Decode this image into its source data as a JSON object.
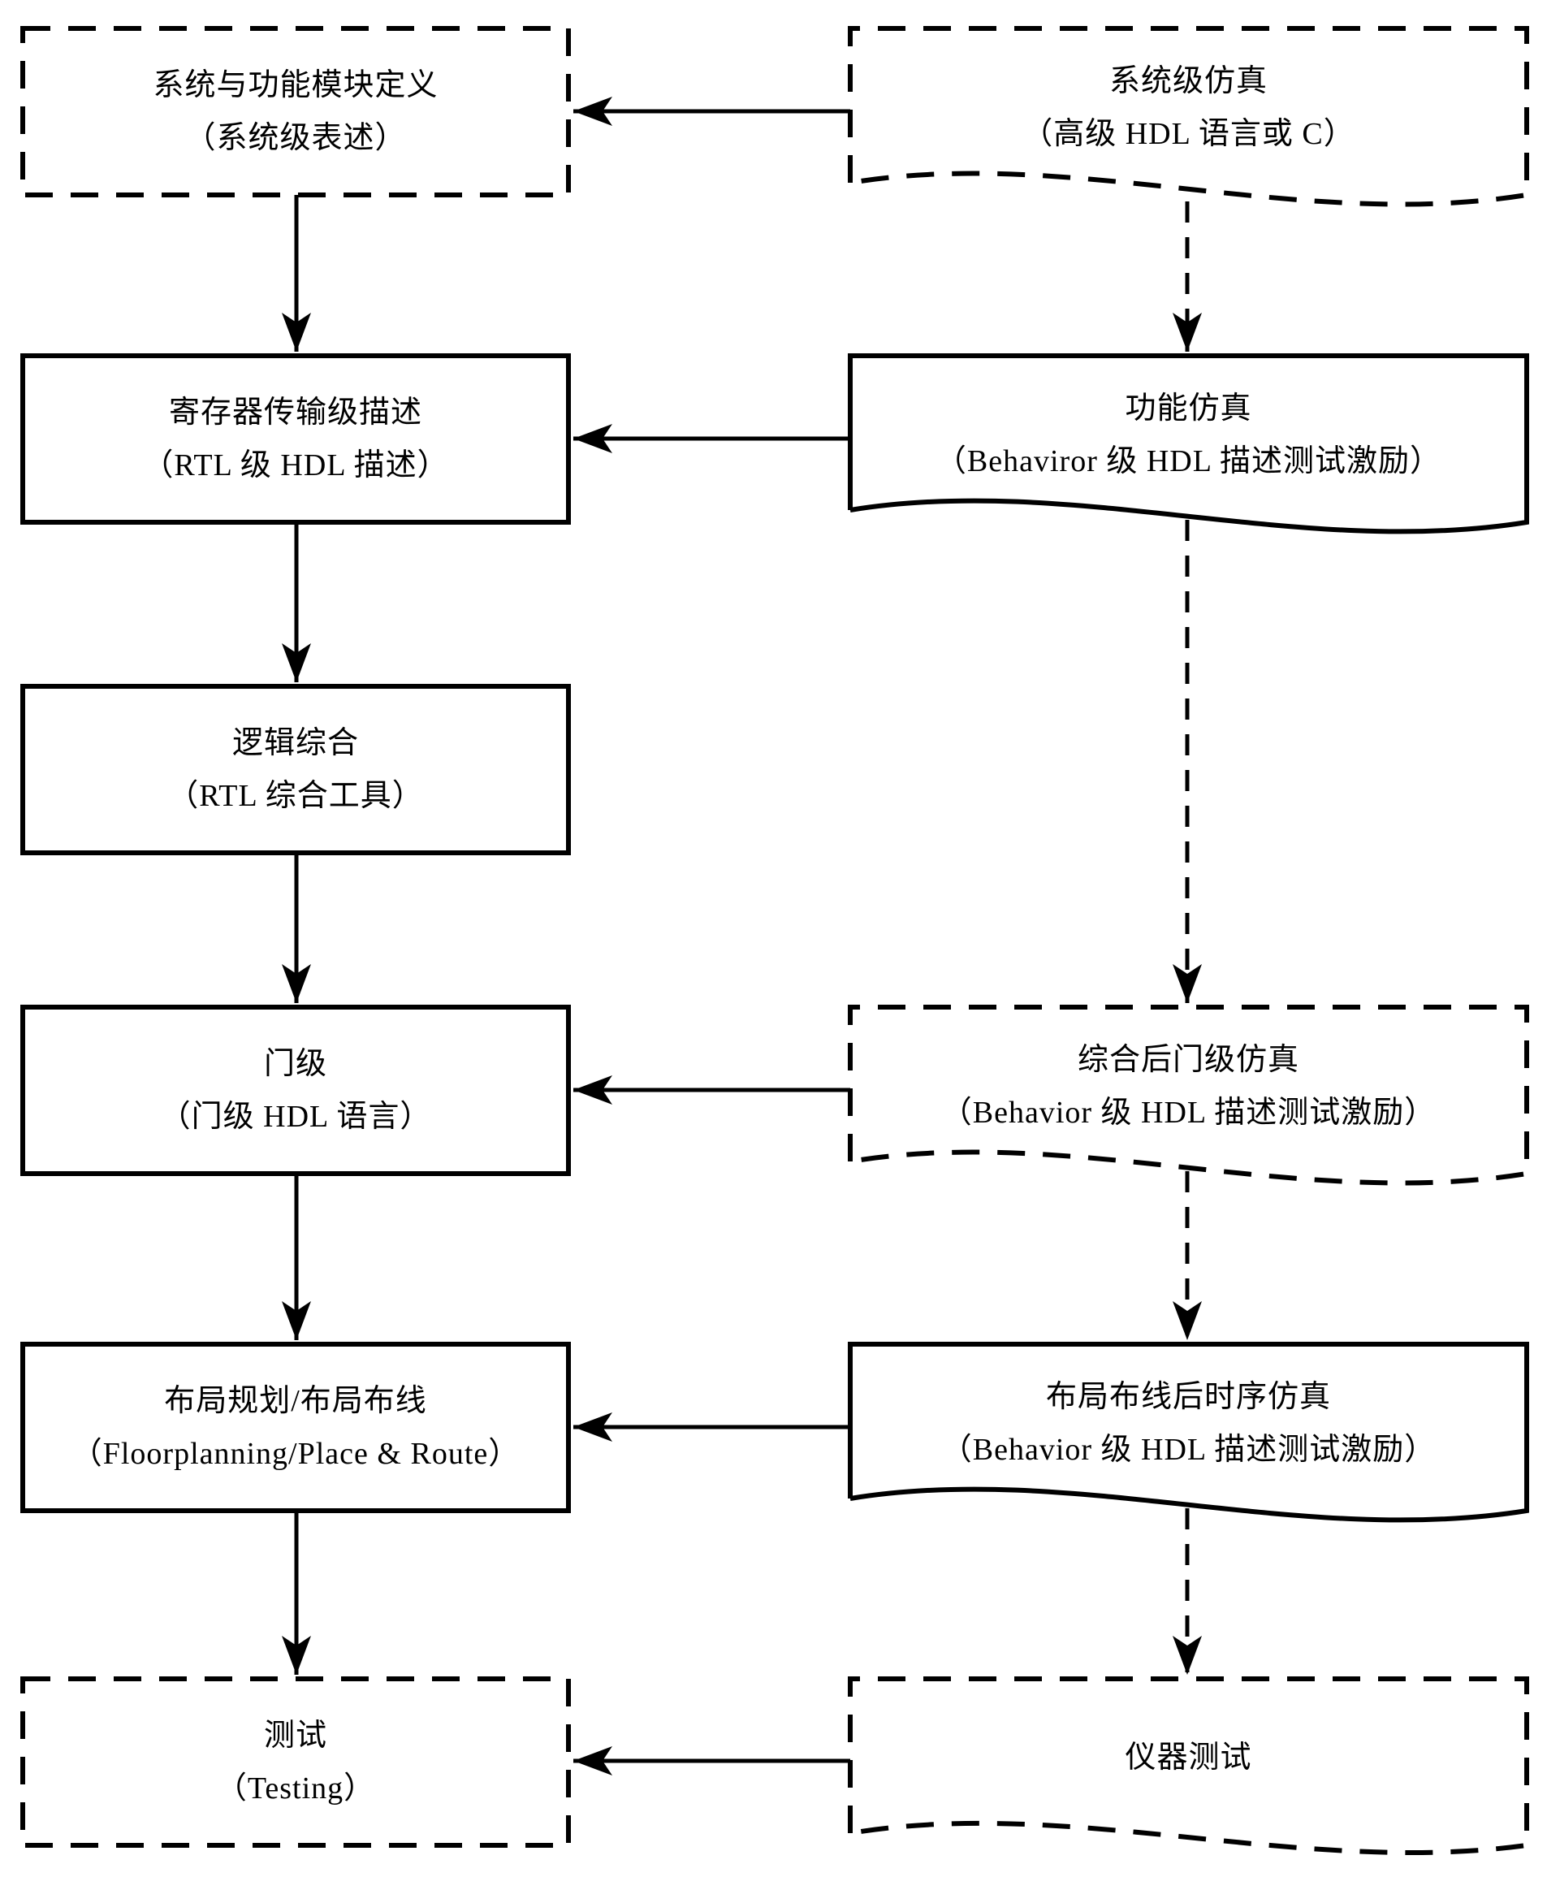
{
  "diagram": {
    "title": "FPGA design flow diagram",
    "colors": {
      "line": "#000000",
      "background": "#ffffff",
      "text": "#000000"
    },
    "left_column": [
      {
        "line1": "系统与功能模块定义",
        "line2": "（系统级表述）"
      },
      {
        "line1": "寄存器传输级描述",
        "line2": "（RTL 级 HDL 描述）"
      },
      {
        "line1": "逻辑综合",
        "line2": "（RTL 综合工具）"
      },
      {
        "line1": "门级",
        "line2": "（门级 HDL 语言）"
      },
      {
        "line1": "布局规划/布局布线",
        "line2": "（Floorplanning/Place & Route）"
      },
      {
        "line1": "测试",
        "line2": "（Testing）"
      }
    ],
    "right_column": [
      {
        "line1": "系统级仿真",
        "line2": "（高级 HDL 语言或 C）"
      },
      {
        "line1": "功能仿真",
        "line2": "（Behaviror 级 HDL 描述测试激励）"
      },
      {
        "line1": "综合后门级仿真",
        "line2": "（Behavior 级 HDL 描述测试激励）"
      },
      {
        "line1": "布局布线后时序仿真",
        "line2": "（Behavior 级 HDL 描述测试激励）"
      },
      {
        "line1": "仪器测试",
        "line2": ""
      }
    ]
  }
}
